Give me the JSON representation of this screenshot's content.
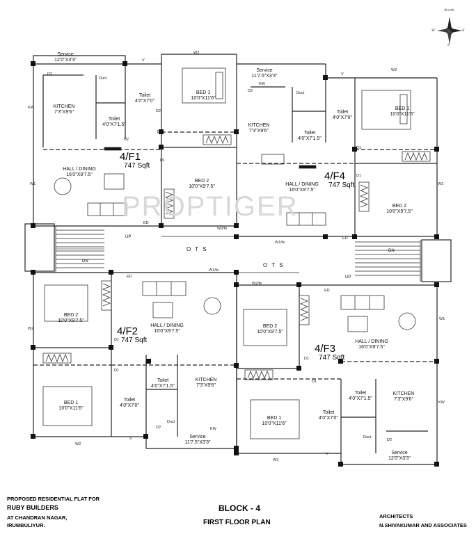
{
  "compass": {
    "north": "North",
    "w": "W",
    "e": "E",
    "s": "S"
  },
  "watermark": "PROPTIGER",
  "flats": {
    "f1": {
      "id": "4/F1",
      "area": "747 Sqft"
    },
    "f2": {
      "id": "4/F2",
      "area": "747 Sqft"
    },
    "f3": {
      "id": "4/F3",
      "area": "747 Sqft"
    },
    "f4": {
      "id": "4/F4",
      "area": "747 Sqft"
    }
  },
  "rooms": {
    "f1_service": {
      "name": "Service",
      "dim": "12'0\"X3'3\""
    },
    "f1_kitchen": {
      "name": "KITCHEN",
      "dim": "7'3\"X9'6\""
    },
    "f1_toilet_a": {
      "name": "Toilet",
      "dim": "4'0\"X7'0\""
    },
    "f1_toilet_b": {
      "name": "Toilet",
      "dim": "4'0\"X7'1.5\""
    },
    "f1_bed1": {
      "name": "BED 1",
      "dim": "10'0\"X11'6\""
    },
    "f1_bed2": {
      "name": "BED 2",
      "dim": "10'0\"X9'7.5\""
    },
    "f1_hall": {
      "name": "HALL / DINING",
      "dim": "16'0\"X9'7.5\""
    },
    "f4_service": {
      "name": "Service",
      "dim": "11'7.5\"X3'3\""
    },
    "f4_kitchen": {
      "name": "KITCHEN",
      "dim": "7'3\"X9'6\""
    },
    "f4_toilet_a": {
      "name": "Toilet",
      "dim": "4'0\"X7'0\""
    },
    "f4_toilet_b": {
      "name": "Toilet",
      "dim": "4'0\"X7'1.5\""
    },
    "f4_bed1": {
      "name": "BED 1",
      "dim": "10'0\"X11'6\""
    },
    "f4_bed2": {
      "name": "BED 2",
      "dim": "10'0\"X9'7.5\""
    },
    "f4_hall": {
      "name": "HALL / DINING",
      "dim": "16'0\"X9'7.5\""
    },
    "f2_bed2": {
      "name": "BED 2",
      "dim": "10'0\"X9'7.5\""
    },
    "f2_hall": {
      "name": "HALL / DINING",
      "dim": "16'0\"X9'7.5\""
    },
    "f2_toilet_b": {
      "name": "Toilet",
      "dim": "4'0\"X7'1.5\""
    },
    "f2_kitchen": {
      "name": "KITCHEN",
      "dim": "7'3\"X9'6\""
    },
    "f2_toilet_a": {
      "name": "Toilet",
      "dim": "4'0\"X7'0\""
    },
    "f2_bed1": {
      "name": "BED 1",
      "dim": "10'0\"X11'6\""
    },
    "f2_service": {
      "name": "Service",
      "dim": "11'7.5\"X3'3\""
    },
    "f3_bed2": {
      "name": "BED 2",
      "dim": "10'0\"X9'7.5\""
    },
    "f3_hall": {
      "name": "HALL / DINING",
      "dim": "16'0\"X9'7.5\""
    },
    "f3_toilet_b": {
      "name": "Toilet",
      "dim": "4'0\"X7'1.5\""
    },
    "f3_kitchen": {
      "name": "KITCHEN",
      "dim": "7'3\"X9'6\""
    },
    "f3_toilet_a": {
      "name": "Toilet",
      "dim": "4'0\"X7'0\""
    },
    "f3_bed1": {
      "name": "BED 1",
      "dim": "10'0\"X11'6\""
    },
    "f3_service": {
      "name": "Service",
      "dim": "12'0\"X3'3\""
    }
  },
  "common": {
    "ots": "O T S",
    "up": "UP",
    "dn": "DN"
  },
  "tags": {
    "d1": "D1",
    "d2": "D2",
    "ed": "ED",
    "kw": "KW",
    "v": "V",
    "duct": "Duct",
    "w1": "W1",
    "w2": "W2",
    "w1fe": "W1/fe",
    "w2fe": "W2/fe"
  },
  "footer": {
    "proposed": "PROPOSED RESIDENTIAL FLAT FOR",
    "client": "RUBY BUILDERS",
    "address1": "AT CHANDRAN NAGAR,",
    "address2": "IRUMBULIYUR.",
    "block": "BLOCK - 4",
    "plan": "FIRST FLOOR PLAN",
    "architects": "ARCHITECTS",
    "firm": "N.SHIVAKUMAR AND ASSOCIATES"
  }
}
